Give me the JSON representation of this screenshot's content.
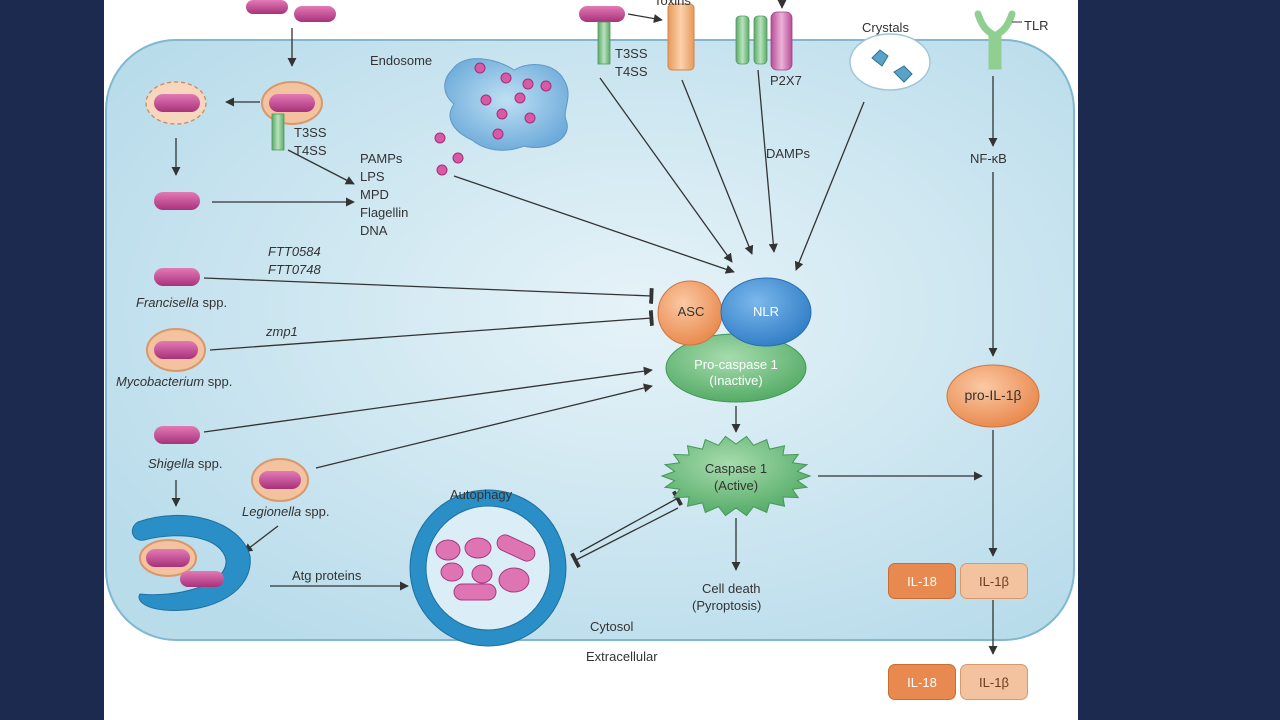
{
  "labels": {
    "endosome": "Endosome",
    "toxins": "Toxins",
    "crystals": "Crystals",
    "tlr": "TLR",
    "t3ss_top": "T3SS",
    "t4ss_top": "T4SS",
    "p2x7": "P2X7",
    "t3ss_left": "T3SS",
    "t4ss_left": "T4SS",
    "pamps": [
      "PAMPs",
      "LPS",
      "MPD",
      "Flagellin",
      "DNA"
    ],
    "damps": "DAMPs",
    "nfkb": "NF-κB",
    "ftt0584": "FTT0584",
    "ftt0748": "FTT0748",
    "francisella": "Francisella",
    "mycobacterium": "Mycobacterium",
    "shigella": "Shigella",
    "legionella": "Legionella",
    "spp": "spp.",
    "zmp1": "zmp1",
    "asc": "ASC",
    "nlr": "NLR",
    "procaspase_line1": "Pro-caspase 1",
    "procaspase_line2": "(Inactive)",
    "caspase_line1": "Caspase 1",
    "caspase_line2": "(Active)",
    "pro_il1b": "pro-IL-1β",
    "autophagy": "Autophagy",
    "atg_proteins": "Atg proteins",
    "cell_death_line1": "Cell death",
    "cell_death_line2": "(Pyroptosis)",
    "il18": "IL-18",
    "il1b": "IL-1β",
    "cytosol": "Cytosol",
    "extracellular": "Extracellular"
  },
  "colors": {
    "cell_fill": "#cfe7f1",
    "cell_stroke": "#7fb8d0",
    "bacterium": "#c2448f",
    "asc": "#f0a070",
    "nlr": "#3e8fd6",
    "procaspase": "#6fc07a",
    "caspase": "#6cbf7a",
    "pro_il": "#ee9a5f",
    "il_dark": "#e8894f",
    "il_light": "#f3c29f",
    "autophagosome": "#2a8fc7"
  }
}
